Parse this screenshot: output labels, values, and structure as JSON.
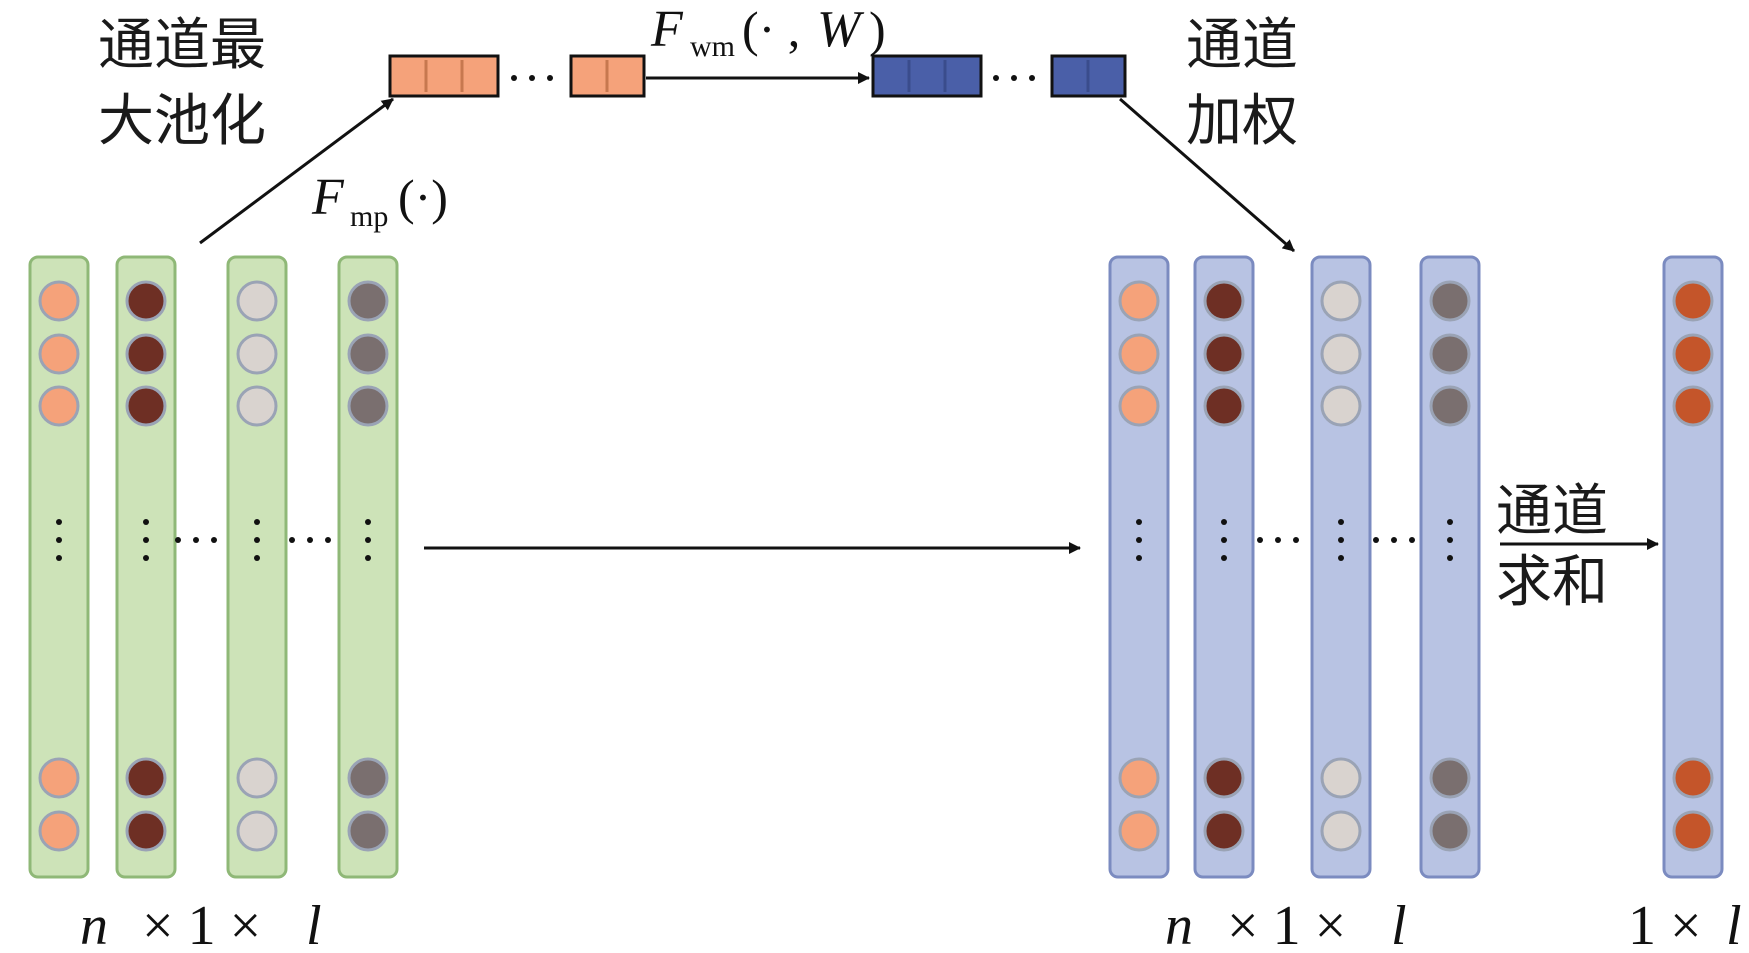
{
  "labels": {
    "channel_max_pool_line1": "通道最",
    "channel_max_pool_line2": "大池化",
    "channel_weighting_line1": "通道",
    "channel_weighting_line2": "加权",
    "channel_sum_line1": "通道",
    "channel_sum_line2": "求和"
  },
  "formulas": {
    "fmp_F": "F",
    "fmp_sub": "mp",
    "fmp_args": "(·)",
    "fwm_F": "F",
    "fwm_sub": "wm",
    "fwm_args_open": "(· ,",
    "fwm_W": "W",
    "fwm_args_close": ")"
  },
  "dims": {
    "input_n": "n",
    "input_times1": "× 1 ×",
    "input_l": "l",
    "weighted_n": "n",
    "weighted_times1": "× 1 ×",
    "weighted_l": "l",
    "output_1": "1 ×",
    "output_l": "l"
  },
  "ellipsis": "…",
  "colors": {
    "input_column_fill": "#cde3b8",
    "input_column_stroke": "#8fb877",
    "weighted_column_fill": "#b8c3e3",
    "weighted_column_stroke": "#7b8bc0",
    "dot_orange": "#f5a27a",
    "dot_brown": "#6e2f24",
    "dot_light": "#d9d3cf",
    "dot_gray": "#7a6f6f",
    "dot_output": "#c4552a",
    "pooled_vector": "#f5a27a",
    "weight_vector": "#4a5fa8"
  }
}
